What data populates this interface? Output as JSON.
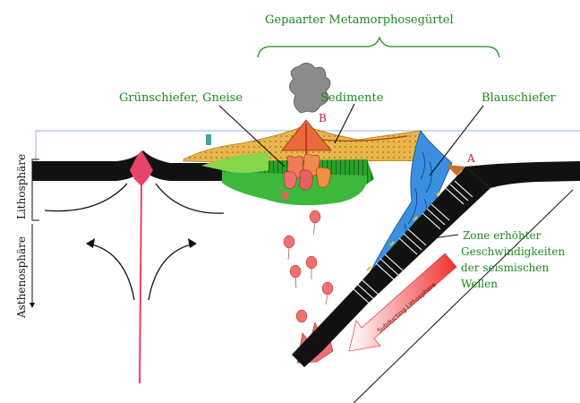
{
  "labels": {
    "belt_title": "Gepaarter Metamorphosegürtel",
    "gruenschiefer": "Grünschiefer, Gneise",
    "sedimente": "Sedimente",
    "blauschiefer": "Blauschiefer",
    "point_b": "B",
    "point_a": "A",
    "lithosphaere": "Lithosphäre",
    "asthenosphaere": "Asthenosphäre",
    "zone_line1": "Zone erhöhter",
    "zone_line2": "Geschwindigkeiten",
    "zone_line3": "der seismischen",
    "zone_line4": "Wellen",
    "subducting": "Subducting Lithosphere"
  },
  "colors": {
    "label_green": "#1a8a1a",
    "point_red": "#d0203a",
    "lithosphere": "#111111",
    "blueschist": "#3a8fe0",
    "greenschist": "#3cb83c",
    "sediment": "#e8b64a",
    "magma": "#f07070",
    "arrow": "#f03030"
  }
}
